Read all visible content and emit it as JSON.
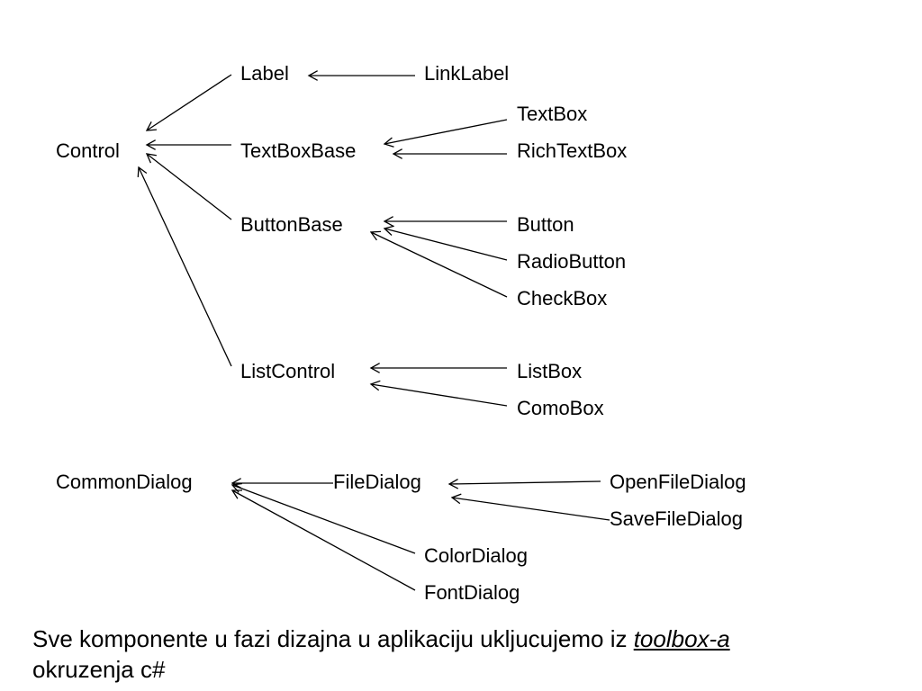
{
  "diagram": {
    "nodes": [
      {
        "id": "control",
        "label": "Control"
      },
      {
        "id": "label",
        "label": "Label"
      },
      {
        "id": "linklabel",
        "label": "LinkLabel"
      },
      {
        "id": "textboxbase",
        "label": "TextBoxBase"
      },
      {
        "id": "textbox",
        "label": "TextBox"
      },
      {
        "id": "richtextbox",
        "label": "RichTextBox"
      },
      {
        "id": "buttonbase",
        "label": "ButtonBase"
      },
      {
        "id": "button",
        "label": "Button"
      },
      {
        "id": "radiobutton",
        "label": "RadioButton"
      },
      {
        "id": "checkbox",
        "label": "CheckBox"
      },
      {
        "id": "listcontrol",
        "label": "ListControl"
      },
      {
        "id": "listbox",
        "label": "ListBox"
      },
      {
        "id": "comobox",
        "label": "ComoBox"
      },
      {
        "id": "commondialog",
        "label": "CommonDialog"
      },
      {
        "id": "filedialog",
        "label": "FileDialog"
      },
      {
        "id": "openfiledialog",
        "label": "OpenFileDialog"
      },
      {
        "id": "savefiledialog",
        "label": "SaveFileDialog"
      },
      {
        "id": "colordialog",
        "label": "ColorDialog"
      },
      {
        "id": "fontdialog",
        "label": "FontDialog"
      }
    ],
    "edges": [
      {
        "from": "label",
        "to": "control"
      },
      {
        "from": "textboxbase",
        "to": "control"
      },
      {
        "from": "buttonbase",
        "to": "control"
      },
      {
        "from": "listcontrol",
        "to": "control"
      },
      {
        "from": "linklabel",
        "to": "label"
      },
      {
        "from": "textbox",
        "to": "textboxbase"
      },
      {
        "from": "richtextbox",
        "to": "textboxbase"
      },
      {
        "from": "button",
        "to": "buttonbase"
      },
      {
        "from": "radiobutton",
        "to": "buttonbase"
      },
      {
        "from": "checkbox",
        "to": "buttonbase"
      },
      {
        "from": "listbox",
        "to": "listcontrol"
      },
      {
        "from": "comobox",
        "to": "listcontrol"
      },
      {
        "from": "filedialog",
        "to": "commondialog"
      },
      {
        "from": "colordialog",
        "to": "commondialog"
      },
      {
        "from": "fontdialog",
        "to": "commondialog"
      },
      {
        "from": "openfiledialog",
        "to": "filedialog"
      },
      {
        "from": "savefiledialog",
        "to": "filedialog"
      }
    ]
  },
  "caption": {
    "text_before": "Sve komponente u fazi dizajna u aplikaciju ukljucujemo iz ",
    "emphasis": "toolbox-a",
    "text_after": "okruzenja c#"
  }
}
